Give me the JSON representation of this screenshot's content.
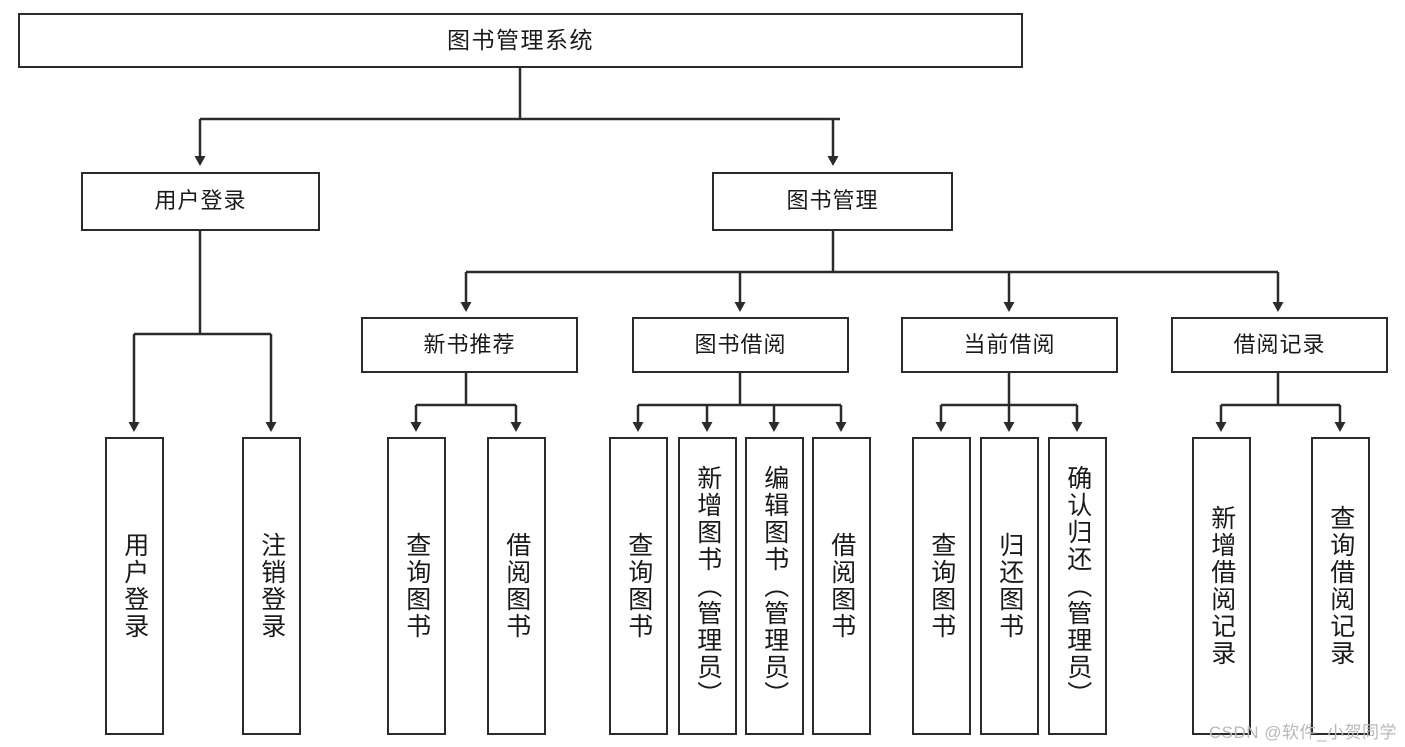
{
  "diagram": {
    "title": "图书管理系统",
    "watermark": "CSDN @软件_小贺同学",
    "colors": {
      "stroke": "#2b2b2b",
      "background": "#ffffff",
      "text": "#1a1a1a",
      "watermark": "#b9b9b9"
    },
    "nodes": {
      "root": {
        "label": "图书管理系统"
      },
      "level2": [
        {
          "label": "用户登录"
        },
        {
          "label": "图书管理"
        }
      ],
      "level3": [
        {
          "label": "新书推荐"
        },
        {
          "label": "图书借阅"
        },
        {
          "label": "当前借阅"
        },
        {
          "label": "借阅记录"
        }
      ],
      "leaves": {
        "user_login": [
          {
            "label": "用户登录"
          },
          {
            "label": "注销登录"
          }
        ],
        "new_book": [
          {
            "label": "查询图书"
          },
          {
            "label": "借阅图书"
          }
        ],
        "book_borrow": [
          {
            "label": "查询图书"
          },
          {
            "label": "新增图书（管理员）"
          },
          {
            "label": "编辑图书（管理员）"
          },
          {
            "label": "借阅图书"
          }
        ],
        "current_borrow": [
          {
            "label": "查询图书"
          },
          {
            "label": "归还图书"
          },
          {
            "label": "确认归还（管理员）"
          }
        ],
        "borrow_record": [
          {
            "label": "新增借阅记录"
          },
          {
            "label": "查询借阅记录"
          }
        ]
      }
    }
  }
}
